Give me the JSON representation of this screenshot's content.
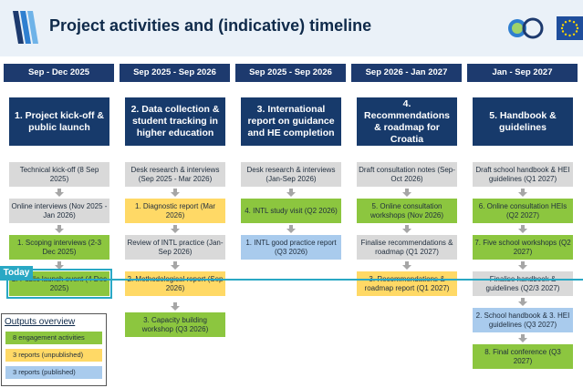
{
  "header": {
    "title": "Project activities and (indicative) timeline",
    "logos": [
      "oecd-logo",
      "eu-flag"
    ]
  },
  "today_label": "Today",
  "columns": [
    {
      "period": "Sep - Dec 2025",
      "title": "1. Project kick-off & public launch",
      "items": [
        {
          "text": "Technical kick-off (8 Sep 2025)",
          "color": "grey"
        },
        {
          "text": "Online interviews (Nov 2025 - Jan 2026)",
          "color": "grey"
        },
        {
          "text": "1. Scoping interviews (2-3 Dec 2025)",
          "color": "green"
        },
        {
          "text": "2. Public launch event (4 Dec 2025)",
          "color": "green"
        }
      ]
    },
    {
      "period": "Sep 2025 - Sep 2026",
      "title": "2. Data collection & student tracking in higher education",
      "items": [
        {
          "text": "Desk research & interviews (Sep 2025 - Mar 2026)",
          "color": "grey"
        },
        {
          "text": "1. Diagnostic report (Mar 2026)",
          "color": "yellow"
        },
        {
          "text": "Review of INTL practice (Jan-Sep 2026)",
          "color": "grey"
        },
        {
          "text": "2. Methodological report (Sep 2026)",
          "color": "yellow"
        },
        {
          "text": "3. Capacity building workshop (Q3 2026)",
          "color": "green"
        }
      ]
    },
    {
      "period": "Sep 2025 - Sep 2026",
      "title": "3. International report on guidance and HE completion",
      "items": [
        {
          "text": "Desk research & interviews (Jan-Sep 2026)",
          "color": "grey"
        },
        {
          "text": "4. INTL study visit (Q2 2026)",
          "color": "green"
        },
        {
          "text": "1. INTL good practice report (Q3 2026)",
          "color": "blue"
        }
      ]
    },
    {
      "period": "Sep 2026 - Jan 2027",
      "title": "4. Recommendations & roadmap for Croatia",
      "items": [
        {
          "text": "Draft consultation notes (Sep-Oct 2026)",
          "color": "grey"
        },
        {
          "text": "5. Online consultation workshops (Nov 2026)",
          "color": "green"
        },
        {
          "text": "Finalise recommendations & roadmap (Q1 2027)",
          "color": "grey"
        },
        {
          "text": "3. Recommendations & roadmap report (Q1 2027)",
          "color": "yellow"
        }
      ]
    },
    {
      "period": "Jan - Sep 2027",
      "title": "5. Handbook & guidelines",
      "items": [
        {
          "text": "Draft school handbook & HEI guidelines (Q1 2027)",
          "color": "grey"
        },
        {
          "text": "6. Online consultation HEIs (Q2 2027)",
          "color": "green"
        },
        {
          "text": "7. Five school workshops (Q2 2027)",
          "color": "green"
        },
        {
          "text": "Finalise handbook & guidelines (Q2/3 2027)",
          "color": "grey"
        },
        {
          "text": "2. School handbook & 3. HEI guidelines (Q3 2027)",
          "color": "blue"
        },
        {
          "text": "8. Final conference (Q3 2027)",
          "color": "green"
        }
      ]
    }
  ],
  "legend": {
    "title": "Outputs overview",
    "items": [
      {
        "text": "8 engagement activities",
        "color": "green"
      },
      {
        "text": "3 reports (unpublished)",
        "color": "yellow"
      },
      {
        "text": "3 reports (published)",
        "color": "blue"
      }
    ]
  },
  "colors": {
    "navy": "#1d3a6e",
    "grey": "#d9d9d9",
    "green": "#8cc63f",
    "yellow": "#ffd966",
    "blue": "#a9cbed",
    "today": "#29a8c4"
  }
}
